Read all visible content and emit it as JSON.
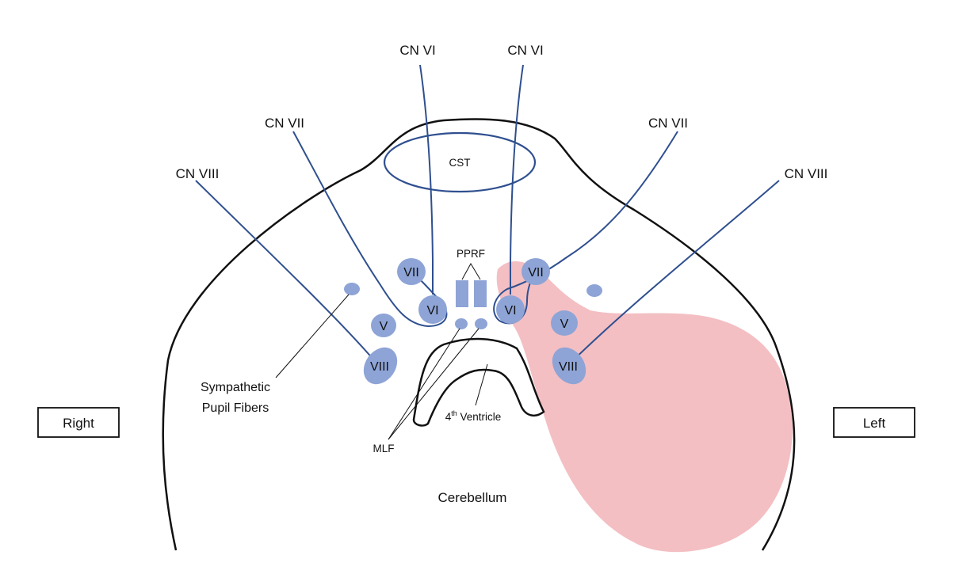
{
  "diagram": {
    "side_labels": {
      "right": "Right",
      "left": "Left"
    },
    "cranial_nerves": {
      "vi_right": "CN VI",
      "vi_left": "CN VI",
      "vii_right": "CN VII",
      "vii_left": "CN VII",
      "viii_right": "CN VIII",
      "viii_left": "CN VIII"
    },
    "structures": {
      "cst": "CST",
      "pprf": "PPRF",
      "sympathetic_line1": "Sympathetic",
      "sympathetic_line2": "Pupil Fibers",
      "mlf": "MLF",
      "ventricle_sup": "th",
      "ventricle_num": "4",
      "ventricle_word": " Ventricle",
      "cerebellum": "Cerebellum"
    },
    "nuclei": {
      "right": {
        "vii": "VII",
        "vi": "VI",
        "v": "V",
        "viii": "VIII"
      },
      "left": {
        "vii": "VII",
        "vi": "VI",
        "v": "V",
        "viii": "VIII"
      }
    },
    "colors": {
      "nerve": "#2f4f8f",
      "nucleus": "#8ea4d6",
      "lesion": "#ec9ca3",
      "outline": "#111111"
    }
  }
}
